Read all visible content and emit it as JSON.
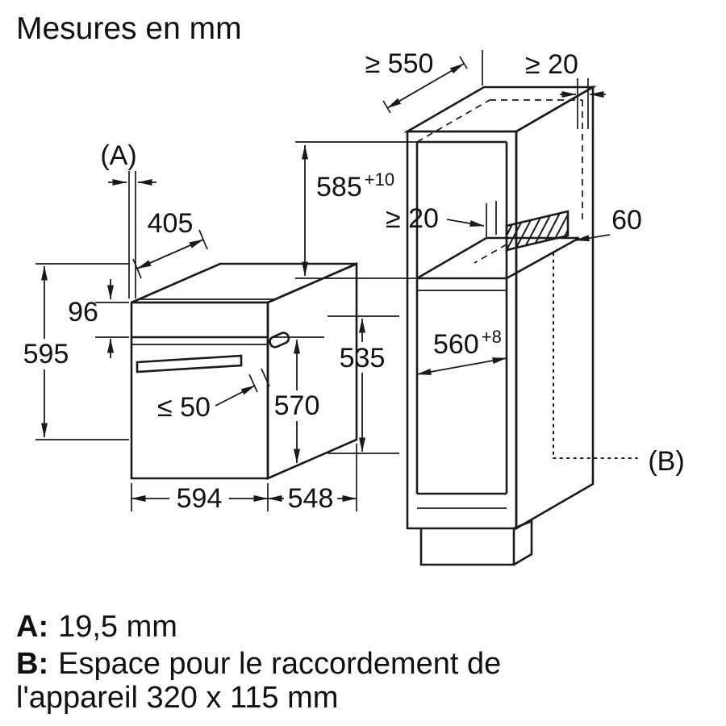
{
  "title": "Mesures en mm",
  "colors": {
    "line": "#1a1a1a",
    "background": "#ffffff"
  },
  "oven_dims": {
    "a_label": "(A)",
    "depth_top": "405",
    "panel_height": "96",
    "height": "595",
    "handle_max": "≤ 50",
    "body_height": "570",
    "width": "594",
    "depth": "548",
    "side_height": "535"
  },
  "cabinet_dims": {
    "depth_min": "≥ 550",
    "gap_top_min": "≥ 20",
    "niche_height": "585",
    "niche_height_tol": "+10",
    "gap_back_min": "≥ 20",
    "recess_depth": "60",
    "niche_width": "560",
    "niche_width_tol": "+8",
    "b_label": "(B)"
  },
  "legend": {
    "a_key": "A:",
    "a_value": "19,5 mm",
    "b_key": "B:",
    "b_text_line1": "Espace pour le raccordement de",
    "b_text_line2": "l'appareil 320 x 115 mm"
  }
}
